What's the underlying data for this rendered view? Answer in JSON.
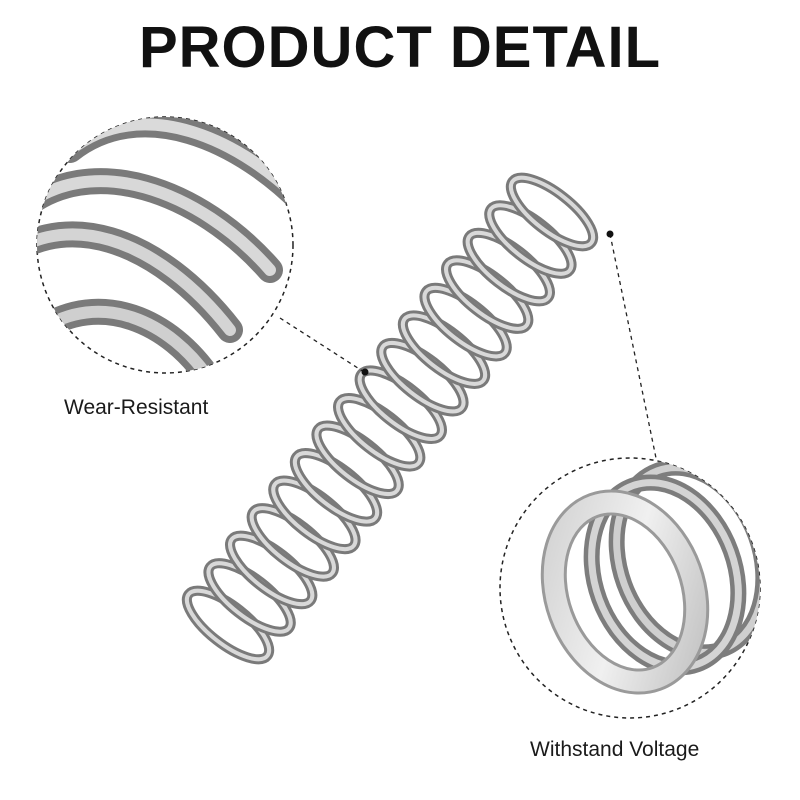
{
  "heading": {
    "title": "PRODUCT DETAIL"
  },
  "callouts": {
    "left": {
      "label": "Wear-Resistant",
      "icon": "zoom-callout-circle"
    },
    "right": {
      "label": "Withstand Voltage",
      "icon": "zoom-callout-circle"
    }
  },
  "product": {
    "icon": "compression-spring",
    "metal_color": "#a9a9a9"
  }
}
